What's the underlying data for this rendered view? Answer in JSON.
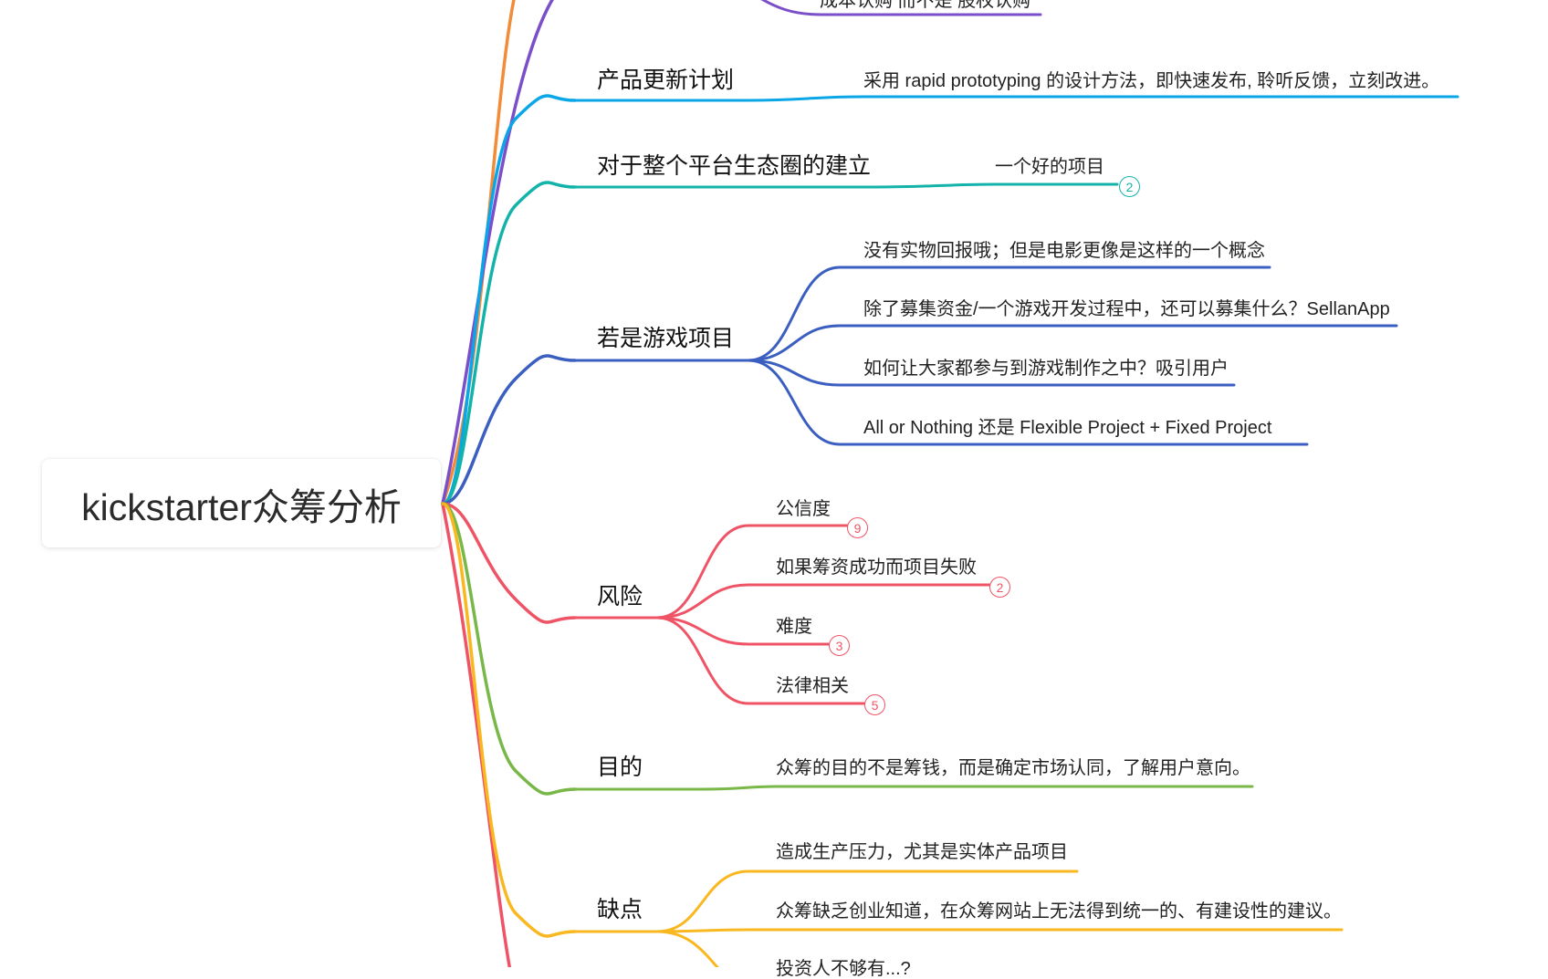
{
  "colors": {
    "orange": "#f28c38",
    "purple": "#7b4fc9",
    "lightblue": "#0aa6e8",
    "teal": "#14b3aa",
    "blue": "#3b5fc0",
    "red": "#ef5466",
    "green": "#79b848",
    "yellow": "#f9b81f"
  },
  "root": {
    "label": "kickstarter众筹分析"
  },
  "branches": {
    "top_partial": {
      "child_label": "成本认购 而不是 股权认购"
    },
    "product_update": {
      "label": "产品更新计划",
      "child_label": "采用 rapid prototyping 的设计方法，即快速发布, 聆听反馈，立刻改进。"
    },
    "ecosystem": {
      "label": "对于整个平台生态圈的建立",
      "child_label": "一个好的项目",
      "child_count": "2"
    },
    "game": {
      "label": "若是游戏项目",
      "children": [
        "没有实物回报哦；但是电影更像是这样的一个概念",
        "除了募集资金/一个游戏开发过程中，还可以募集什么？SellanApp",
        "如何让大家都参与到游戏制作之中？吸引用户",
        "All or Nothing 还是 Flexible Project + Fixed Project"
      ]
    },
    "risk": {
      "label": "风险",
      "children": [
        {
          "label": "公信度",
          "count": "9"
        },
        {
          "label": "如果筹资成功而项目失败",
          "count": "2"
        },
        {
          "label": "难度",
          "count": "3"
        },
        {
          "label": "法律相关",
          "count": "5"
        }
      ]
    },
    "purpose": {
      "label": "目的",
      "child_label": "众筹的目的不是筹钱，而是确定市场认同，了解用户意向。"
    },
    "drawbacks": {
      "label": "缺点",
      "children": [
        "造成生产压力，尤其是实体产品项目",
        "众筹缺乏创业知道，在众筹网站上无法得到统一的、有建设性的建议。",
        "投资人不够有...?"
      ]
    }
  }
}
